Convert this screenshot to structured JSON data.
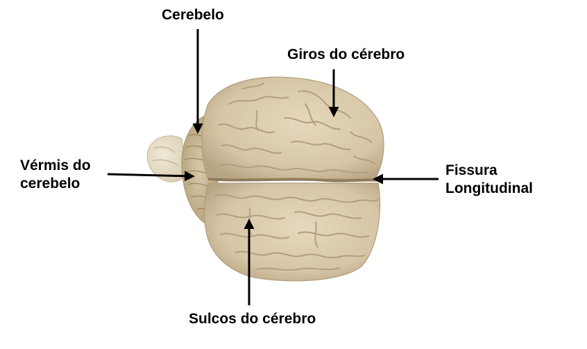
{
  "labels": {
    "cerebelo": "Cerebelo",
    "giros": "Giros do cérebro",
    "vermis_line1": "Vérmis do",
    "vermis_line2": "cerebelo",
    "fissura_line1": "Fissura",
    "fissura_line2": "Longitudinal",
    "sulcos": "Sulcos do cérebro"
  },
  "colors": {
    "background": "#ffffff",
    "tissue": "#d8c9ab",
    "tissue_dark": "#b9a886",
    "tissue_light": "#e8dcc2",
    "arrow": "#000000"
  }
}
